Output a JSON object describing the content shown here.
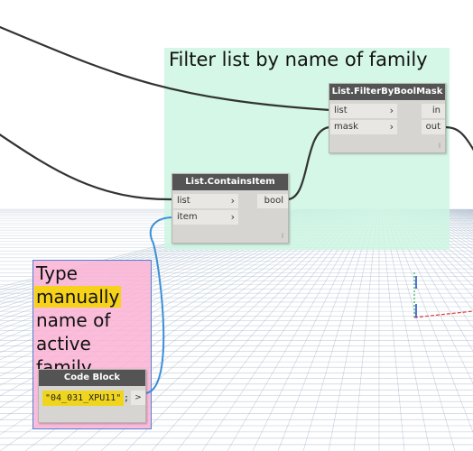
{
  "groups": {
    "filter": {
      "title": "Filter list by name of family"
    },
    "type": {
      "line1": "Type",
      "line2": "manually",
      "line3": "name of",
      "line4": "active family"
    }
  },
  "nodes": {
    "filter_by_bool_mask": {
      "title": "List.FilterByBoolMask",
      "inputs": [
        "list",
        "mask"
      ],
      "outputs": [
        "in",
        "out"
      ],
      "footer": "l"
    },
    "contains_item": {
      "title": "List.ContainsItem",
      "inputs": [
        "list",
        "item"
      ],
      "outputs": [
        "bool"
      ],
      "footer": "l"
    },
    "code_block": {
      "title": "Code Block",
      "code": "\"04_031_XPU11\"",
      "terminator": ";",
      "output_port": ">"
    }
  },
  "colors": {
    "filter_group": "#ccf6e3",
    "type_group": "#fab2d4",
    "highlight": "#f7d21a",
    "node_header": "#545454",
    "wire_dark": "#333333",
    "wire_selected": "#3a8fd6",
    "axis_green": "#39b04a",
    "axis_red": "#e0383a",
    "axis_blue": "#2a50d8"
  }
}
